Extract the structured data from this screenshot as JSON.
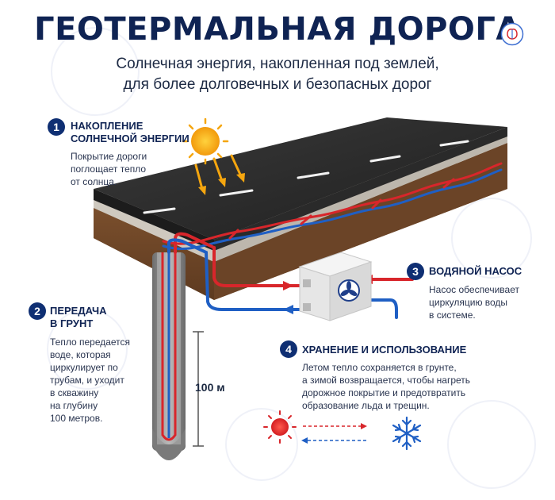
{
  "header": {
    "title": "ГЕОТЕРМАЛЬНАЯ ДОРОГА",
    "subtitle_lines": [
      "Солнечная энергия, накопленная под землей,",
      "для более долговечных и безопасных дорог"
    ]
  },
  "steps": [
    {
      "number": "1",
      "title_lines": [
        "НАКОПЛЕНИЕ",
        "СОЛНЕЧНОЙ ЭНЕРГИИ"
      ],
      "text_lines": [
        "Покрытие дороги",
        "поглощает тепло",
        "от солнца."
      ]
    },
    {
      "number": "2",
      "title_lines": [
        "ПЕРЕДАЧА",
        "В ГРУНТ"
      ],
      "text_lines": [
        "Тепло передается",
        "воде, которая",
        "циркулирует по",
        "трубам, и уходит",
        "в скважину",
        "на глубину",
        "100 метров."
      ]
    },
    {
      "number": "3",
      "title_lines": [
        "ВОДЯНОЙ НАСОС"
      ],
      "text_lines": [
        "Насос обеспечивает",
        "циркуляцию воды",
        "в системе."
      ]
    },
    {
      "number": "4",
      "title_lines": [
        "ХРАНЕНИЕ И ИСПОЛЬЗОВАНИЕ"
      ],
      "text_lines": [
        "Летом тепло сохраняется в грунте,",
        "а зимой возвращается, чтобы нагреть",
        "дорожное покрытие и предотвратить",
        "образование льда и трещин."
      ]
    }
  ],
  "depth_label": "100 м",
  "icons": {
    "sun": "sun-icon",
    "snowflake": "snowflake-icon",
    "pump": "water-pump-icon",
    "logo": "brain-logo-icon"
  },
  "colors": {
    "title": "#0f2353",
    "badge": "#0f2f73",
    "hot": "#d8262b",
    "cold": "#1f5fc4",
    "asphalt": "#2b2b2b",
    "soil": "#7a4a2a",
    "sun": "#f5a60f"
  }
}
